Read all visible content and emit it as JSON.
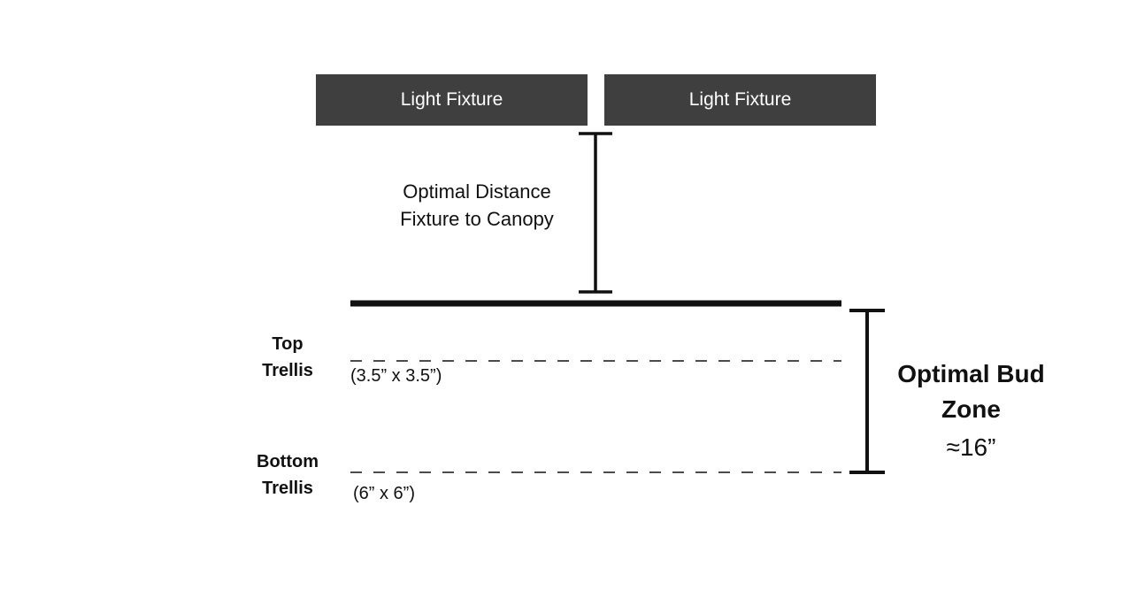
{
  "fixtures": {
    "left_label": "Light Fixture",
    "right_label": "Light Fixture",
    "color": "#3f3f3f"
  },
  "distance": {
    "line1": "Optimal Distance",
    "line2": "Fixture to Canopy"
  },
  "trellis": {
    "top": {
      "name_line1": "Top",
      "name_line2": "Trellis",
      "size": "(3.5” x 3.5”)"
    },
    "bottom": {
      "name_line1": "Bottom",
      "name_line2": "Trellis",
      "size": "(6” x 6”)"
    },
    "line_style": "dashed"
  },
  "bud_zone": {
    "title_line1": "Optimal Bud",
    "title_line2": "Zone",
    "value": "≈16”"
  }
}
